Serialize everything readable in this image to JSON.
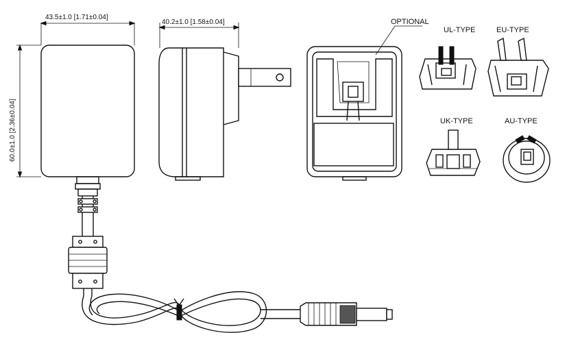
{
  "dimensions": {
    "width_front": "43.5±1.0 [1.71±0.04]",
    "width_side": "40.2±1.0 [1.58±0.04]",
    "height": "60.0±1.0 [2.36±0.04]"
  },
  "labels": {
    "optional": "OPTIONAL",
    "ul_type": "UL-TYPE",
    "eu_type": "EU-TYPE",
    "uk_type": "UK-TYPE",
    "au_type": "AU-TYPE"
  }
}
